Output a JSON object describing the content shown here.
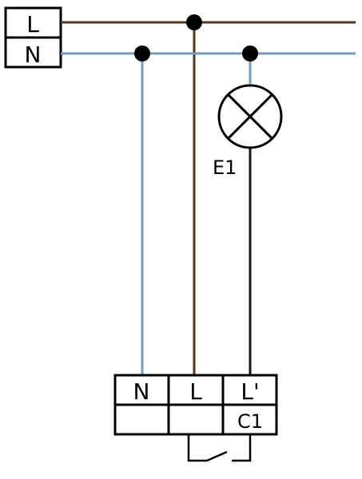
{
  "supply": {
    "live_label": "L",
    "neutral_label": "N"
  },
  "lamp": {
    "label": "E1"
  },
  "device": {
    "terminals": [
      "N",
      "L",
      "L'"
    ],
    "label": "C1"
  },
  "wire_colors": {
    "live": "#5a3418",
    "neutral": "#6f9bc6",
    "switched": "#141414"
  }
}
